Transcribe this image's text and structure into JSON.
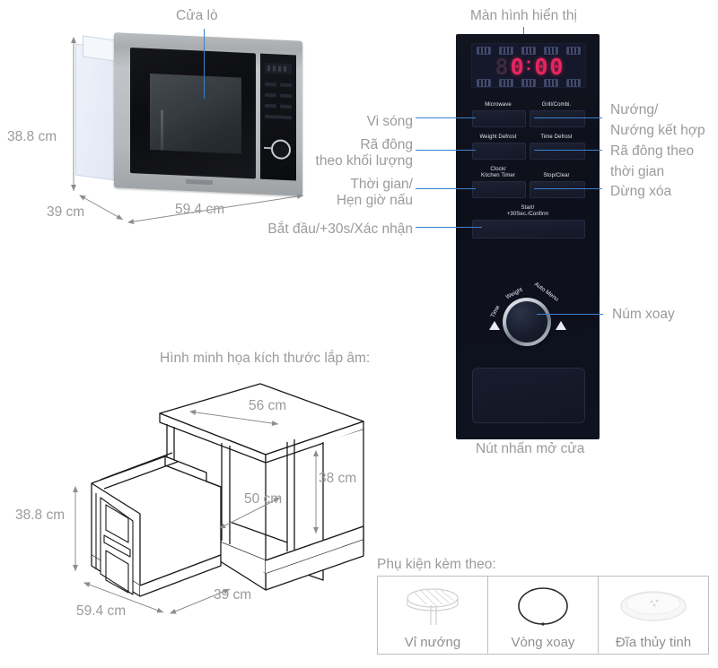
{
  "callouts": {
    "door": "Cửa lò",
    "display": "Màn hình hiển thị",
    "microwave": "Vi sóng",
    "grill_combi": "Nướng/\nNướng kết hợp",
    "weight_defrost": "Rã đông\ntheo khối lượng",
    "time_defrost": "Rã đông theo\nthời gian",
    "clock_timer": "Thời gian/\nHẹn giờ nấu",
    "stop_clear": "Dừng xóa",
    "start": "Bắt đầu/+30s/Xác nhận",
    "knob": "Núm xoay",
    "door_button": "Nút nhấn mở cửa"
  },
  "callouts_lines": {
    "grill_combi_1": "Nướng/",
    "grill_combi_2": "Nướng kết hợp",
    "weight_defrost_1": "Rã đông",
    "weight_defrost_2": "theo khối lượng",
    "time_defrost_1": "Rã đông theo",
    "time_defrost_2": "thời gian",
    "clock_timer_1": "Thời gian/",
    "clock_timer_2": "Hẹn giờ nấu"
  },
  "product_dimensions": {
    "height": "38.8 cm",
    "depth": "39 cm",
    "width": "59.4 cm"
  },
  "builtin": {
    "title": "Hình minh họa kích thước lắp âm:",
    "cabinet_width": "56 cm",
    "cabinet_depth": "50 cm",
    "cabinet_height": "38 cm",
    "oven_height": "38.8 cm",
    "oven_width": "59.4 cm",
    "oven_depth": "39 cm"
  },
  "control_panel": {
    "display": {
      "digits": [
        "8",
        "0",
        "0",
        "0"
      ],
      "colon": ":",
      "lit_digits": [
        false,
        true,
        true,
        true
      ],
      "top_icons": [
        "icon-grid",
        "icon-plate",
        "icon-wave",
        "icon-bar",
        "icon-grill"
      ],
      "bottom_icons": [
        "icon-lock",
        "icon-clock",
        "icon-auto",
        "icon-defrost",
        "icon-power"
      ],
      "segment_color": "#e8255f"
    },
    "buttons": [
      {
        "id": "microwave",
        "label": "Microwave"
      },
      {
        "id": "grill-combi",
        "label": "Grill/Combi."
      },
      {
        "id": "weight-defrost",
        "label": "Weight Defrost"
      },
      {
        "id": "time-defrost",
        "label": "Time Defrost"
      },
      {
        "id": "clock-kitchen-timer",
        "label": "Clock/\nKitchen Timer"
      },
      {
        "id": "stop-clear",
        "label": "Stop/Clear"
      },
      {
        "id": "start-confirm",
        "label": "Start/\n+30Sec./Confirm"
      }
    ],
    "button_labels": {
      "microwave": "Microwave",
      "grill_combi": "Grill/Combi.",
      "weight_defrost": "Weight Defrost",
      "time_defrost": "Time Defrost",
      "clock_l1": "Clock/",
      "clock_l2": "Kitchen Timer",
      "stop_clear": "Stop/Clear",
      "start_l1": "Start/",
      "start_l2": "+30Sec./Confirm"
    },
    "knob_arc_labels": [
      "Time",
      "Weight",
      "Auto Menu"
    ],
    "panel_color": "#0f1220",
    "leader_color": "#3d7fd0"
  },
  "accessories": {
    "title": "Phụ kiện kèm theo:",
    "items": [
      {
        "id": "grill-rack",
        "name": "Vỉ nướng"
      },
      {
        "id": "roller-ring",
        "name": "Vòng xoay"
      },
      {
        "id": "glass-plate",
        "name": "Đĩa thủy tinh"
      }
    ]
  }
}
